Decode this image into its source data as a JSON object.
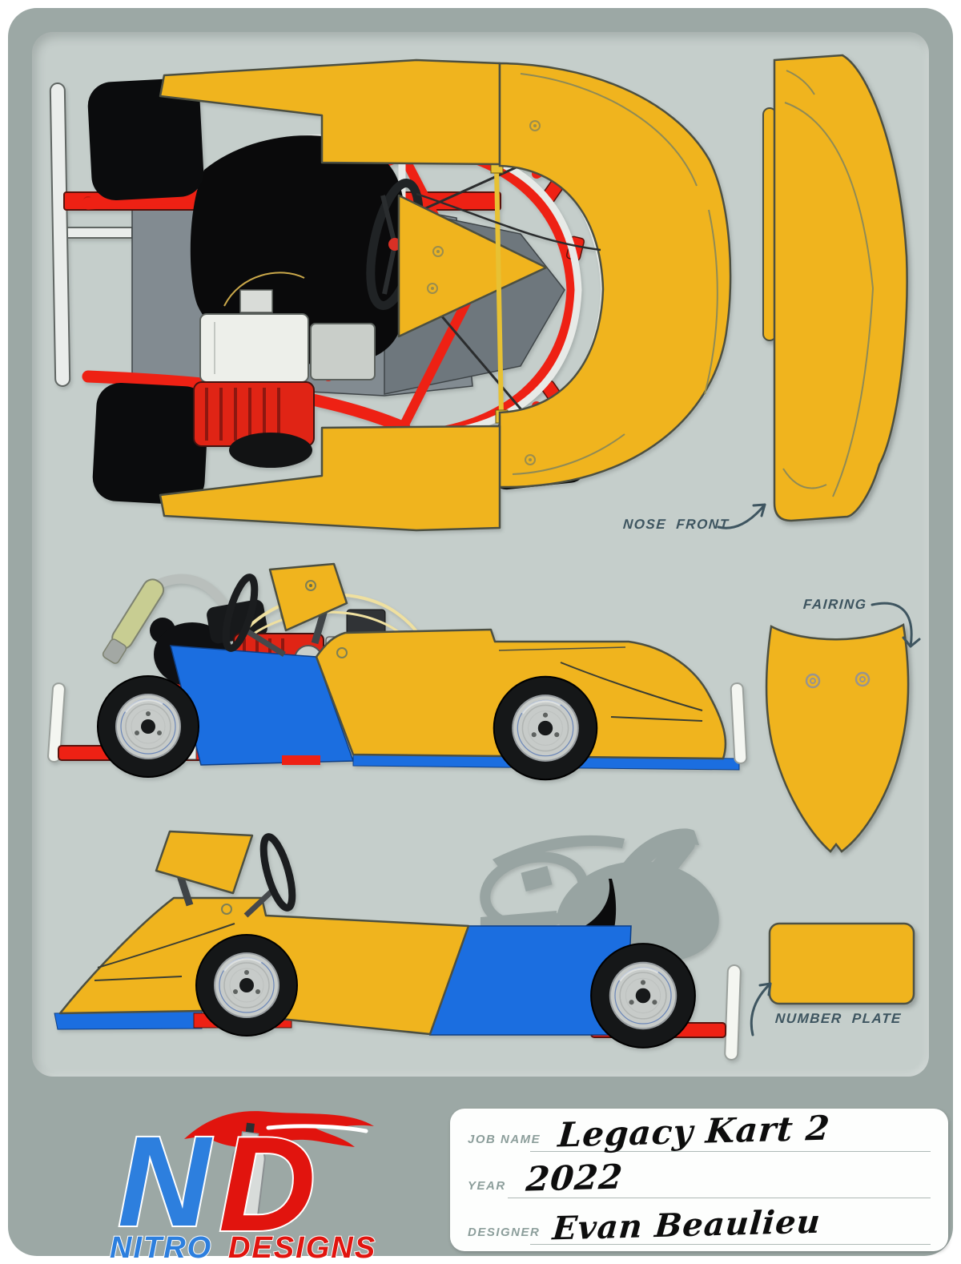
{
  "palette": {
    "page_bg": "#ffffff",
    "board_bg": "#9CA8A5",
    "panel_bg": "#C5CECB",
    "body_yellow": "#F0B41E",
    "accent_blue": "#1B6EE0",
    "frame_red": "#EE2114",
    "engine_red": "#E02415",
    "ink_black": "#0A0A0B",
    "ghost_gray": "#98A4A2",
    "annotation_ink": "#3E5560",
    "logo_blue": "#2D7FDE",
    "logo_red": "#E1140E"
  },
  "annotations": {
    "nose_front": "NOSE FRONT",
    "fairing": "FAIRING",
    "number_plate": "NUMBER PLATE"
  },
  "logo": {
    "monogram_n": "N",
    "monogram_d": "D",
    "nitro": "NITRO",
    "designs": "DESIGNS"
  },
  "title_block": {
    "fields": [
      {
        "label": "JOB NAME",
        "value": "Legacy Kart 2"
      },
      {
        "label": "YEAR",
        "value": "2022"
      },
      {
        "label": "DESIGNER",
        "value": "Evan Beaulieu"
      }
    ]
  }
}
